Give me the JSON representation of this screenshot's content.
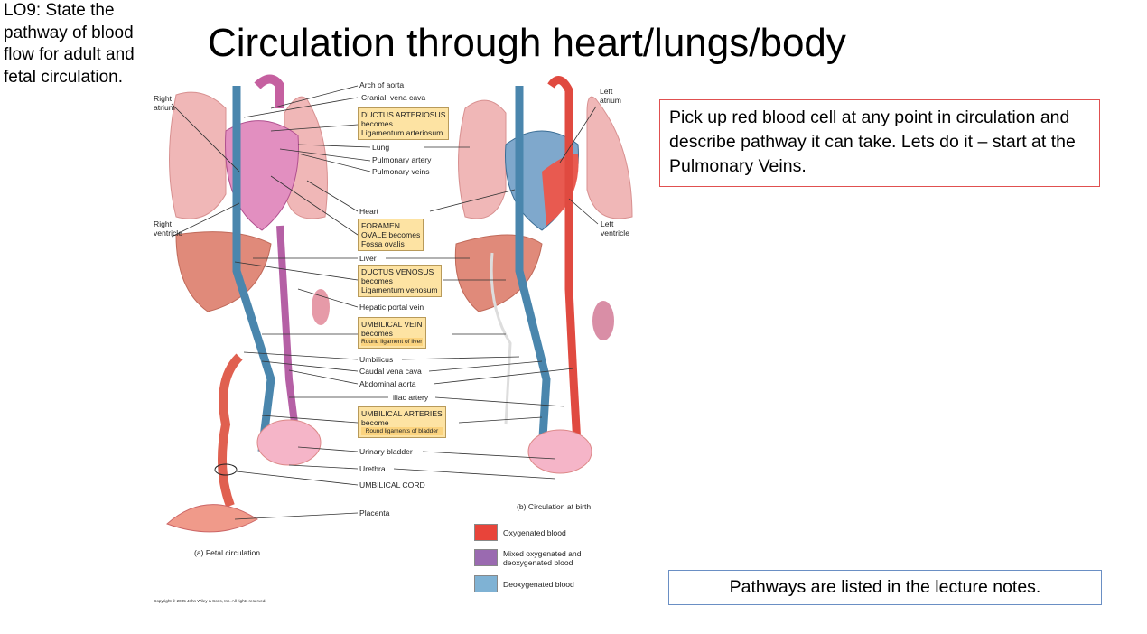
{
  "objective": "LO9: State the pathway of blood flow for adult and fetal circulation.",
  "title": "Circulation through heart/lungs/body",
  "task_box": "Pick up red blood cell at any point in circulation and describe pathway it can take. Lets do it – start at the Pulmonary Veins.",
  "note_box": "Pathways are listed in the lecture notes.",
  "diagram": {
    "side_labels": {
      "right_atrium": "Right atrium",
      "right_ventricle": "Right ventricle",
      "left_atrium": "Left atrium",
      "left_ventricle": "Left ventricle"
    },
    "labels": {
      "arch_of_aorta": "Arch of aorta",
      "cranial_vena_cava": "Cranial  vena cava",
      "lung": "Lung",
      "pulmonary_artery": "Pulmonary artery",
      "pulmonary_veins": "Pulmonary veins",
      "heart": "Heart",
      "liver": "Liver",
      "hepatic_portal_vein": "Hepatic portal vein",
      "umbilicus": "Umbilicus",
      "caudal_vena_cava": "Caudal vena cava",
      "abdominal_aorta": "Abdominal aorta",
      "iliac_artery": "iliac artery",
      "urinary_bladder": "Urinary bladder",
      "urethra": "Urethra",
      "umbilical_cord": "UMBILICAL CORD",
      "placenta": "Placenta"
    },
    "boxes": {
      "ductus_arteriosus": [
        "DUCTUS ARTERIOSUS",
        "becomes",
        "Ligamentum arteriosum"
      ],
      "foramen_ovale": [
        "FORAMEN",
        "OVALE becomes",
        "Fossa ovalis"
      ],
      "ductus_venosus": [
        "DUCTUS VENOSUS",
        "becomes",
        "Ligamentum venosum"
      ],
      "umbilical_vein": [
        "UMBILICAL VEIN",
        "becomes",
        "Round ligament of liver"
      ],
      "umbilical_arteries": [
        "UMBILICAL ARTERIES",
        "become",
        "Round ligaments of bladder"
      ]
    },
    "caption_a": "(a) Fetal circulation",
    "caption_b": "(b) Circulation at birth",
    "legend": [
      {
        "label": "Oxygenated blood",
        "color": "#e8443a"
      },
      {
        "label": "Mixed oxygenated and deoxygenated blood",
        "color": "#9a6ab0"
      },
      {
        "label": "Deoxygenated blood",
        "color": "#7fb2d4"
      }
    ],
    "copyright": "Copyright © 2005 John Wiley & Sons, Inc.  All rights reserved."
  }
}
